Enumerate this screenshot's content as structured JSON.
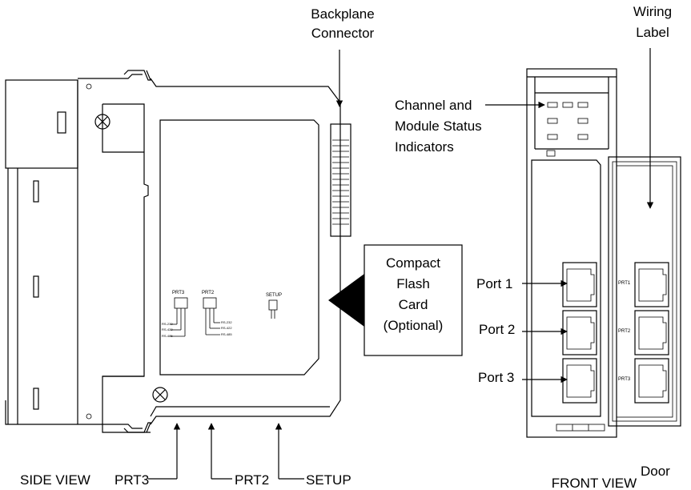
{
  "labels": {
    "backplane_connector": [
      "Backplane",
      "Connector"
    ],
    "wiring_label": [
      "Wiring",
      "Label"
    ],
    "status_indicators": [
      "Channel and",
      "Module Status",
      "Indicators"
    ],
    "compact_flash": [
      "Compact",
      "Flash",
      "Card",
      "(Optional)"
    ],
    "port1": "Port 1",
    "port2": "Port 2",
    "port3": "Port 3",
    "door": "Door",
    "side_view": "SIDE VIEW",
    "front_view": "FRONT VIEW",
    "prt3": "PRT3",
    "prt2": "PRT2",
    "setup": "SETUP"
  },
  "board_labels": {
    "prt3": "PRT3",
    "prt2": "PRT2",
    "setup": "SETUP",
    "prt3_pins": [
      "RS-232",
      "RS-422",
      "RS-485"
    ],
    "prt2_pins": [
      "RS-232",
      "RS-422",
      "RS-485"
    ]
  },
  "front_port_labels": [
    "PRT1",
    "PRT2",
    "PRT3"
  ]
}
